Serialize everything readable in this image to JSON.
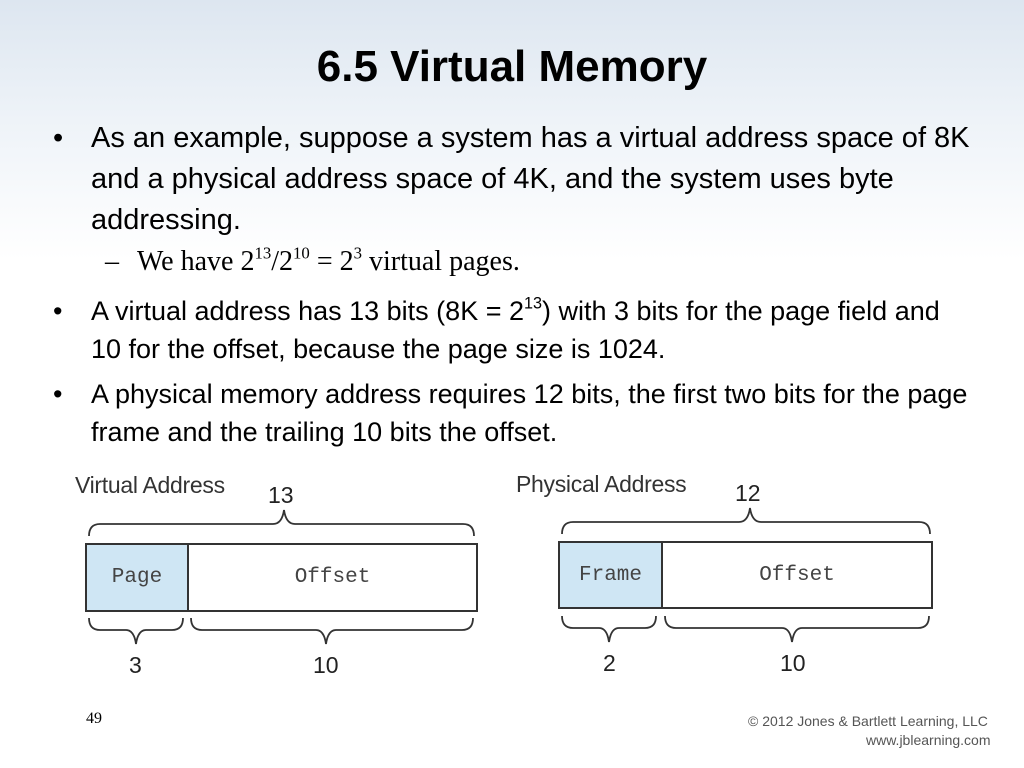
{
  "title": "6.5 Virtual Memory",
  "bullets": {
    "b1": "As an example, suppose a system has a virtual address space of 8K and a physical address space of 4K, and the system uses byte addressing.",
    "sub1": {
      "prefix": "We have 2",
      "e1": "13",
      "mid1": "/2",
      "e2": "10",
      "mid2": " = 2",
      "e3": "3",
      "suffix": " virtual pages."
    },
    "b2": {
      "prefix": "A virtual address has 13 bits (8K = 2",
      "exp": "13",
      "suffix": ") with 3 bits for the page field and 10 for the offset, because the page size is 1024."
    },
    "b3": "A physical memory address requires 12 bits, the first two bits for the page frame and the trailing 10 bits the offset."
  },
  "virtual": {
    "label": "Virtual Address",
    "total": "13",
    "field1": "Page",
    "field2": "Offset",
    "bits1": "3",
    "bits2": "10"
  },
  "physical": {
    "label": "Physical Address",
    "total": "12",
    "field1": "Frame",
    "field2": "Offset",
    "bits1": "2",
    "bits2": "10"
  },
  "footer": {
    "page_number": "49",
    "copyright": "© 2012 Jones & Bartlett Learning, LLC",
    "website": "www.jblearning.com"
  },
  "colors": {
    "field_shade": "#cfe6f4"
  }
}
